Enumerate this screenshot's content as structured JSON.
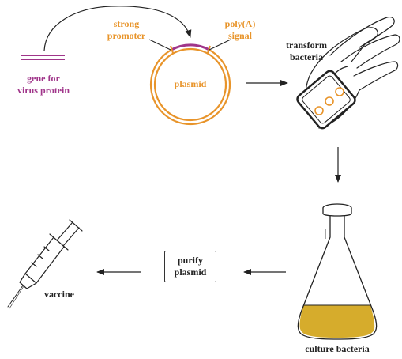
{
  "labels": {
    "gene": [
      "gene for",
      "virus protein"
    ],
    "promoter": [
      "strong",
      "promoter"
    ],
    "polya": [
      "poly(A)",
      "signal"
    ],
    "plasmid": "plasmid",
    "transform": [
      "transform",
      "bacteria"
    ],
    "culture": "culture bacteria",
    "purify": [
      "purify",
      "plasmid"
    ],
    "vaccine": "vaccine"
  },
  "colors": {
    "gene": "#a0358a",
    "plasmid": "#e8942a",
    "culture": "#d6ac2c",
    "line": "#222222"
  }
}
